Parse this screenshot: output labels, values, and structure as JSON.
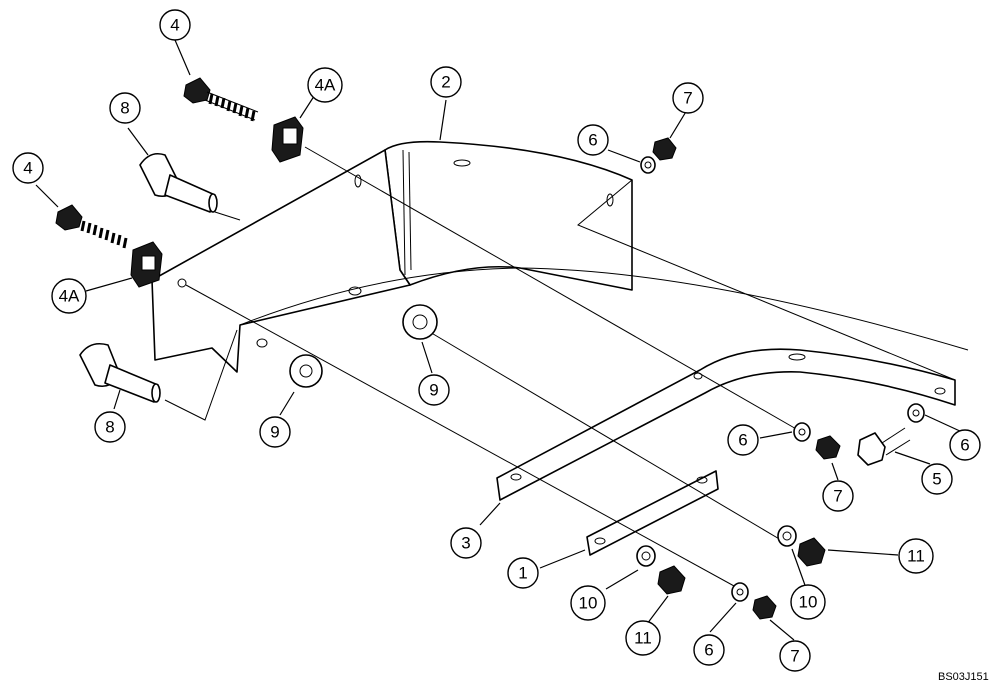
{
  "diagram": {
    "drawing_id": "BS03J151",
    "callouts": [
      {
        "id": "c-4-top",
        "label": "4"
      },
      {
        "id": "c-4a-top",
        "label": "4A"
      },
      {
        "id": "c-2",
        "label": "2"
      },
      {
        "id": "c-7-top",
        "label": "7"
      },
      {
        "id": "c-6-top",
        "label": "6"
      },
      {
        "id": "c-8-top",
        "label": "8"
      },
      {
        "id": "c-4-left",
        "label": "4"
      },
      {
        "id": "c-4a-left",
        "label": "4A"
      },
      {
        "id": "c-9-center",
        "label": "9"
      },
      {
        "id": "c-8-bottom",
        "label": "8"
      },
      {
        "id": "c-9-left",
        "label": "9"
      },
      {
        "id": "c-6-mid",
        "label": "6"
      },
      {
        "id": "c-7-mid",
        "label": "7"
      },
      {
        "id": "c-5",
        "label": "5"
      },
      {
        "id": "c-6-right",
        "label": "6"
      },
      {
        "id": "c-3",
        "label": "3"
      },
      {
        "id": "c-11-right",
        "label": "11"
      },
      {
        "id": "c-1",
        "label": "1"
      },
      {
        "id": "c-10-left",
        "label": "10"
      },
      {
        "id": "c-10-right",
        "label": "10"
      },
      {
        "id": "c-11-bottom",
        "label": "11"
      },
      {
        "id": "c-6-bottom",
        "label": "6"
      },
      {
        "id": "c-7-bottom",
        "label": "7"
      }
    ]
  }
}
